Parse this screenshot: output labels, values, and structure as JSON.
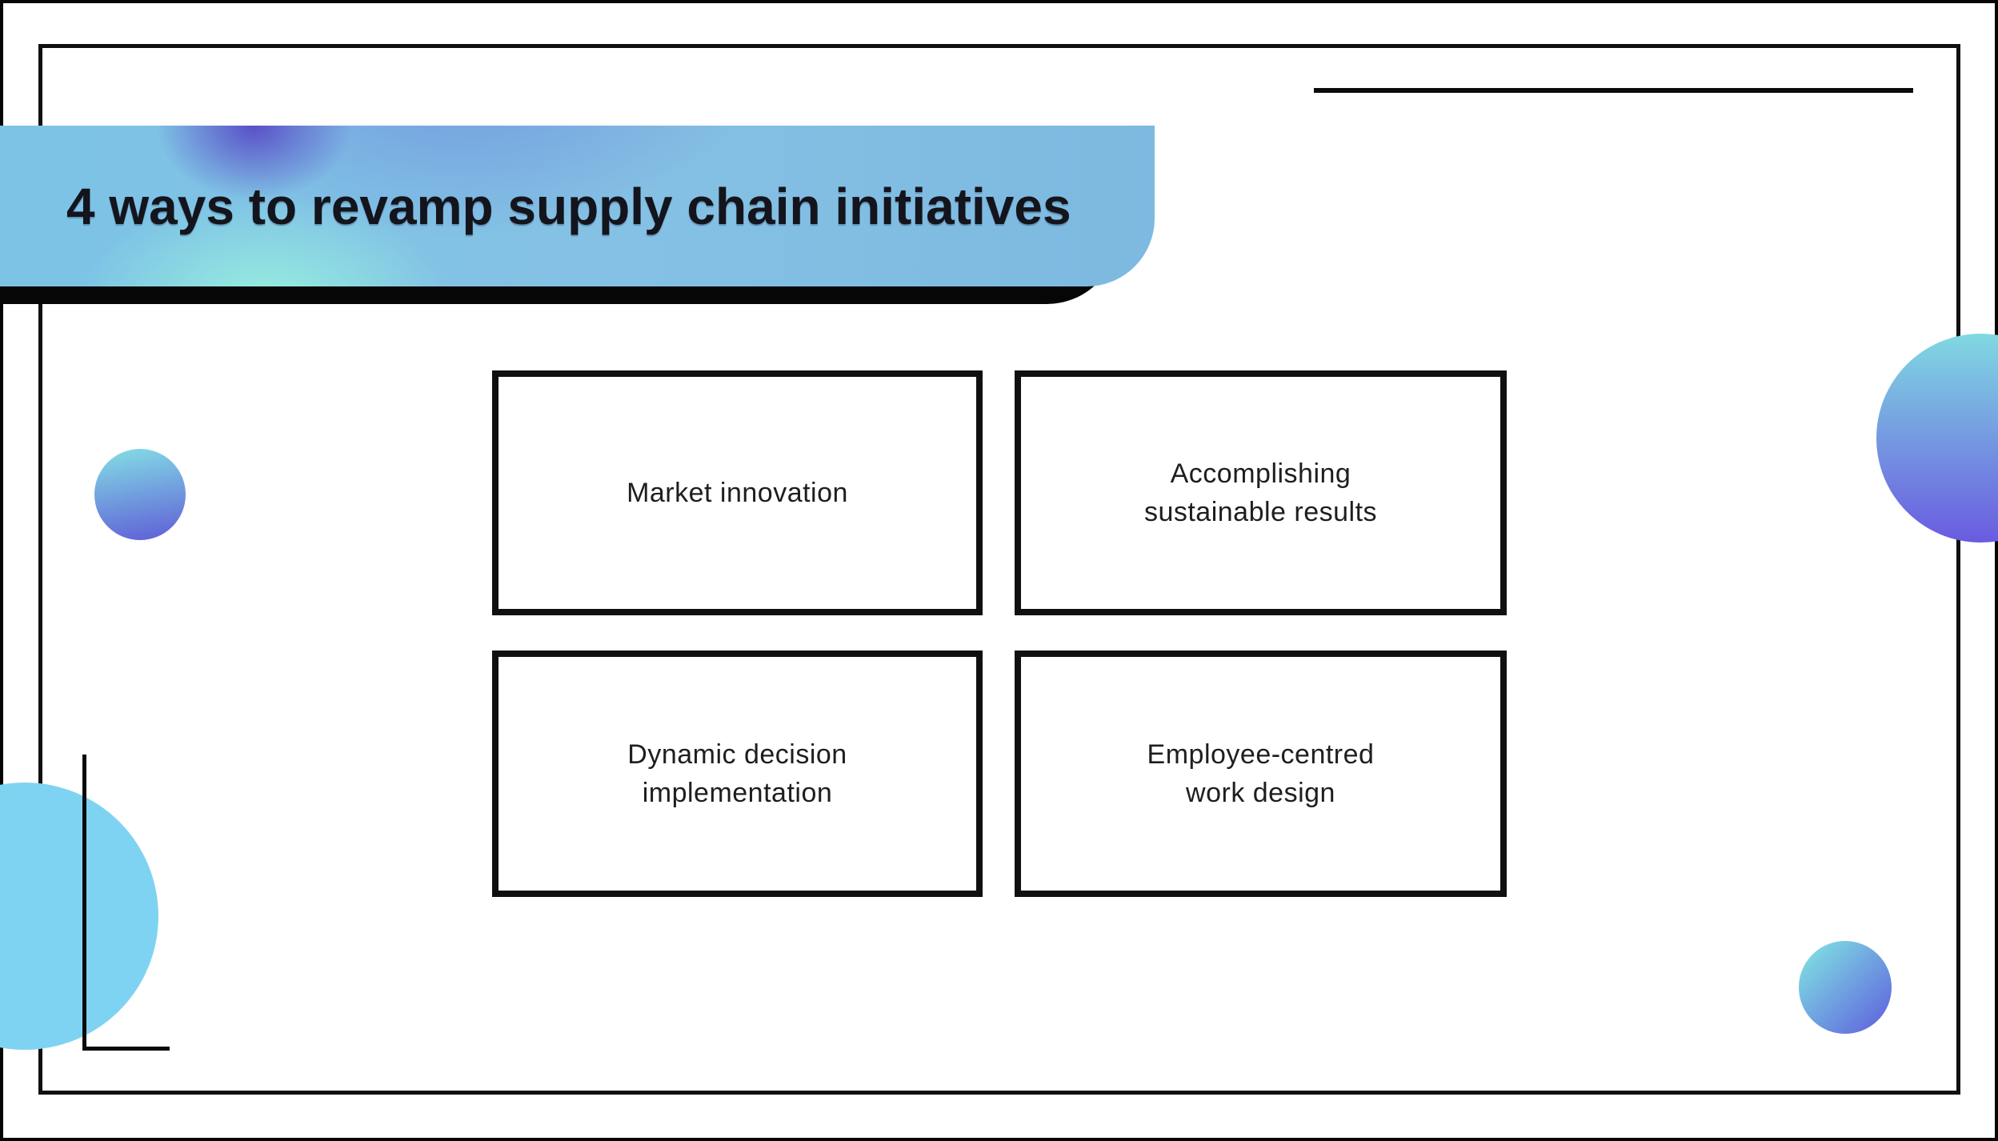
{
  "slide": {
    "title": "4 ways to revamp supply chain initiatives",
    "cards": [
      {
        "label": "Market innovation"
      },
      {
        "label": "Accomplishing\nsustainable results"
      },
      {
        "label": "Dynamic decision\nimplementation"
      },
      {
        "label": "Employee-centred\nwork design"
      }
    ],
    "colors": {
      "banner_base_blue": "#7cc3e6",
      "banner_purple_blob": "#5a50c8",
      "banner_teal_blob": "#97efdf",
      "banner_shadow": "#060606",
      "title_text": "#14141c",
      "card_border": "#101010",
      "card_text": "#1e1e1e",
      "flat_circle_blue": "#7fd3f2",
      "gradient_circle_cyan": "#7edbe3",
      "gradient_circle_indigo": "#6163d8",
      "line_black": "#0b0b0b"
    }
  }
}
